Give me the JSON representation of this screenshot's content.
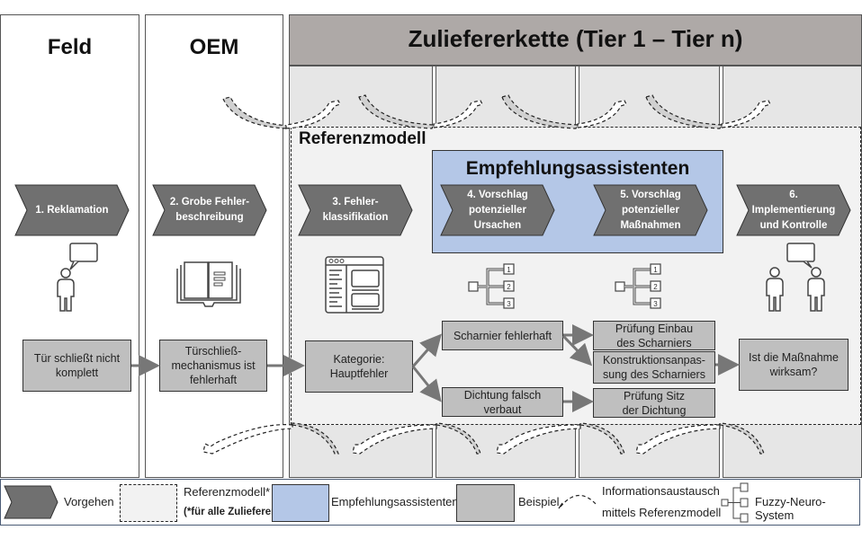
{
  "lanes": {
    "feld": "Feld",
    "oem": "OEM",
    "zulieferer": "Zuliefererkette (Tier 1 – Tier n)"
  },
  "reference_model": {
    "title": "Referenzmodell"
  },
  "assistants": {
    "title": "Empfehlungsassistenten"
  },
  "steps": [
    {
      "label": "1. Reklamation"
    },
    {
      "label": "2. Grobe Fehler-\nbeschreibung"
    },
    {
      "label": "3. Fehler-\nklassifikation"
    },
    {
      "label": "4. Vorschlag\npotenzieller\nUrsachen"
    },
    {
      "label": "5. Vorschlag\npotenzieller\nMaßnahmen"
    },
    {
      "label": "6.\nImplementierung\nund Kontrolle"
    }
  ],
  "examples": {
    "complaint": "Tür schließt nicht komplett",
    "oem_desc": "Türschließ-\nmechanismus ist\nfehlerhaft",
    "category": "Kategorie:\nHauptfehler",
    "cause1": "Scharnier fehlerhaft",
    "cause2": "Dichtung falsch\nverbaut",
    "measure1": "Prüfung Einbau\ndes Scharniers",
    "measure2": "Konstruktionsanpas-\nsung des Scharniers",
    "measure3": "Prüfung Sitz\nder Dichtung",
    "control": "Ist die Maßnahme\nwirksam?"
  },
  "fuzzy_labels": [
    "1",
    "2",
    "3"
  ],
  "legend": {
    "procedure": "Vorgehen",
    "refmodel": "Referenzmodell*",
    "refmodel_note": "(*für alle Zulieferer)",
    "assistants": "Empfehlungsassistenten",
    "example": "Beispiel",
    "info_exchange_1": "Informationsaustausch",
    "info_exchange_2": "mittels Referenzmodell",
    "fuzzy": "Fuzzy-Neuro-System"
  },
  "colors": {
    "chevron": "#707070",
    "assistants": "#b4c7e7",
    "example": "#bfbfbf",
    "header": "#aea9a7",
    "subcolumn": "#e6e6e6",
    "refmodel": "#f2f2f2"
  }
}
